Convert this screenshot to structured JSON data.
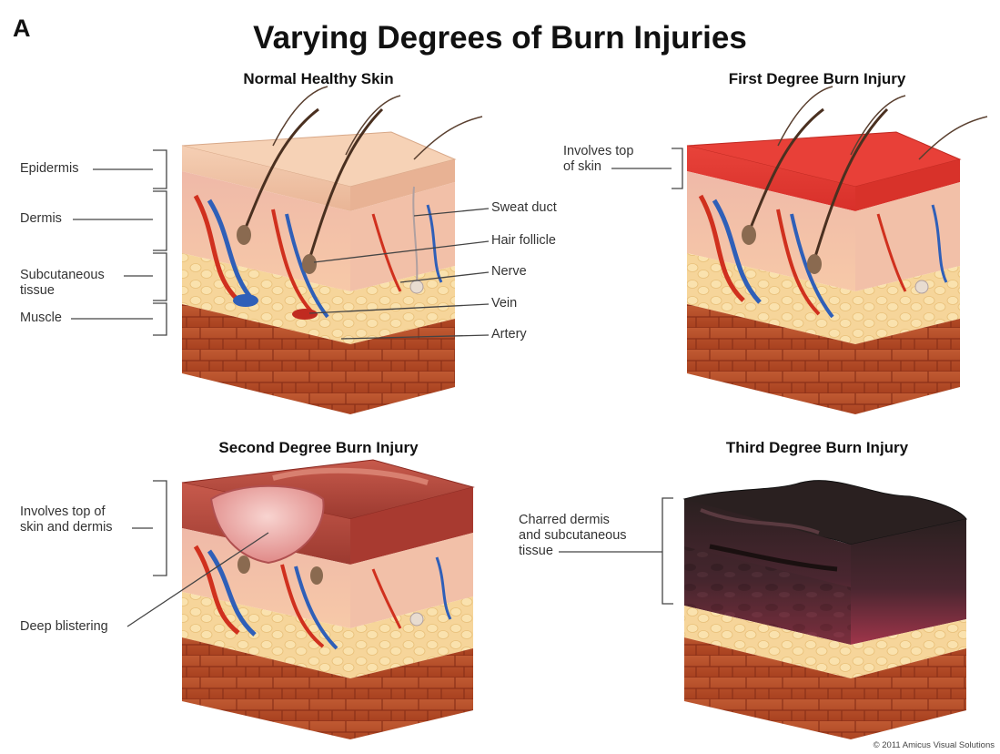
{
  "panel_letter": "A",
  "title": "Varying Degrees of Burn Injuries",
  "panels": {
    "normal": {
      "title": "Normal Healthy Skin",
      "layers": [
        "Epidermis",
        "Dermis",
        "Subcutaneous\ntissue",
        "Muscle"
      ],
      "structures": [
        "Sweat duct",
        "Hair follicle",
        "Nerve",
        "Vein",
        "Artery"
      ]
    },
    "first": {
      "title": "First Degree Burn Injury",
      "note": "Involves top\nof skin"
    },
    "second": {
      "title": "Second Degree Burn Injury",
      "note": "Involves top of\nskin and dermis",
      "note2": "Deep blistering"
    },
    "third": {
      "title": "Third Degree Burn Injury",
      "note": "Charred dermis\nand subcutaneous\ntissue"
    }
  },
  "copyright": "© 2011 Amicus Visual Solutions",
  "colors": {
    "epidermis": "#f2c4a8",
    "dermis": "#f4bca4",
    "fat": "#f6d89a",
    "muscle": "#b8502e",
    "artery": "#d0301e",
    "vein": "#2f5fb8",
    "burn_first": "#e23a2a",
    "burn_second": "#b8443a",
    "charred": "#2a2222"
  }
}
